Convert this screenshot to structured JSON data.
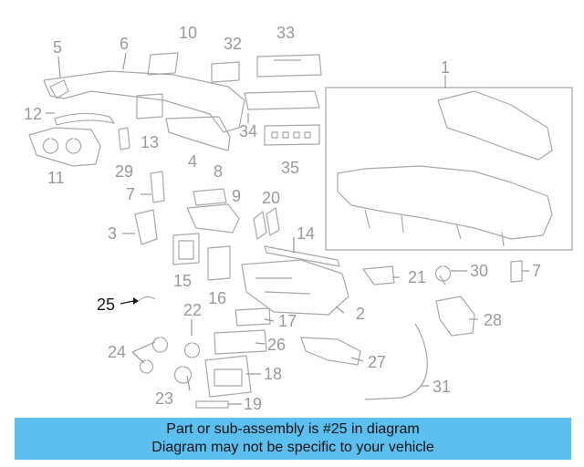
{
  "diagram": {
    "labels": {
      "p1": "1",
      "p2": "2",
      "p3": "3",
      "p4": "4",
      "p5": "5",
      "p6": "6",
      "p7a": "7",
      "p7b": "7",
      "p8": "8",
      "p9": "9",
      "p10": "10",
      "p11": "11",
      "p12": "12",
      "p13": "13",
      "p14": "14",
      "p15": "15",
      "p16": "16",
      "p17": "17",
      "p18": "18",
      "p19": "19",
      "p20": "20",
      "p21": "21",
      "p22": "22",
      "p23": "23",
      "p24": "24",
      "p25": "25",
      "p26": "26",
      "p27": "27",
      "p28": "28",
      "p29": "29",
      "p30": "30",
      "p31": "31",
      "p32": "32",
      "p33": "33",
      "p34": "34",
      "p35": "35"
    }
  },
  "banner": {
    "line1": "Part or sub-assembly is #25 in diagram",
    "line2": "Diagram may not be specific to your vehicle"
  },
  "colors": {
    "banner_bg": "#5bc0f0",
    "line_art": "#a8a8a8",
    "highlight": "#1a1a1a"
  }
}
